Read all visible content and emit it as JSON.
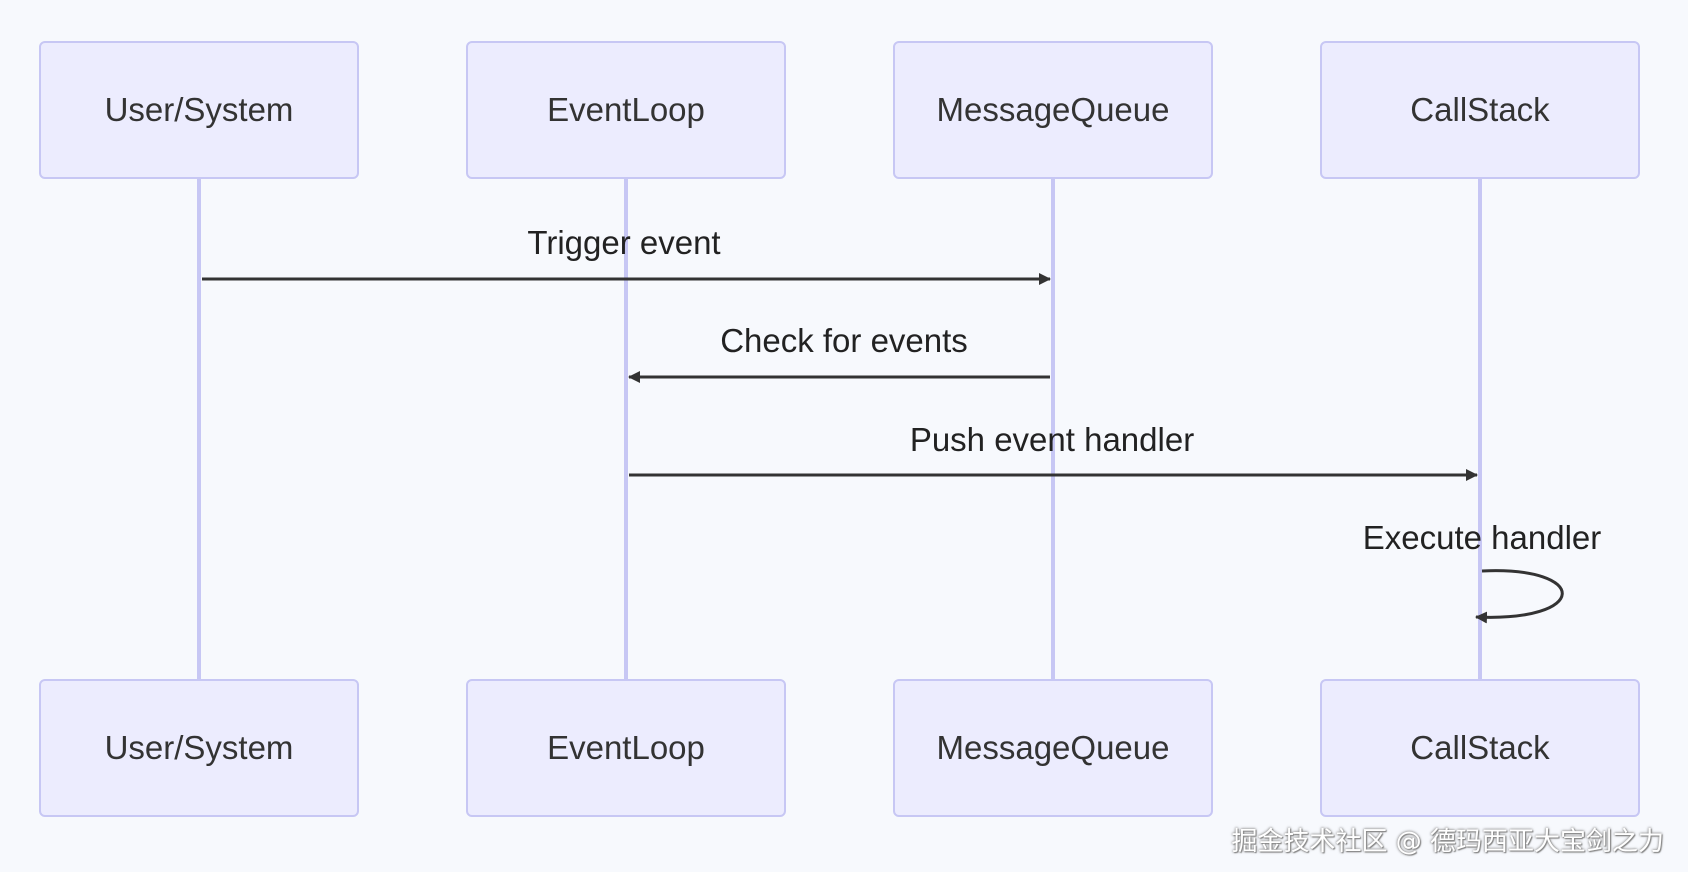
{
  "diagram": {
    "type": "sequence",
    "colors": {
      "background": "#f7f9fd",
      "actor_fill": "#ececfe",
      "actor_border": "#c7c7f4",
      "lifeline": "#c7c7f4",
      "arrow": "#333333",
      "text": "#333333"
    },
    "actors": [
      {
        "id": "user",
        "label": "User/System"
      },
      {
        "id": "loop",
        "label": "EventLoop"
      },
      {
        "id": "queue",
        "label": "MessageQueue"
      },
      {
        "id": "stack",
        "label": "CallStack"
      }
    ],
    "messages": [
      {
        "from": "user",
        "to": "queue",
        "label": "Trigger event"
      },
      {
        "from": "queue",
        "to": "loop",
        "label": "Check for events"
      },
      {
        "from": "loop",
        "to": "stack",
        "label": "Push event handler"
      },
      {
        "from": "stack",
        "to": "stack",
        "label": "Execute handler"
      }
    ]
  },
  "watermark": {
    "text": "掘金技术社区 @ 德玛西亚大宝剑之力"
  }
}
